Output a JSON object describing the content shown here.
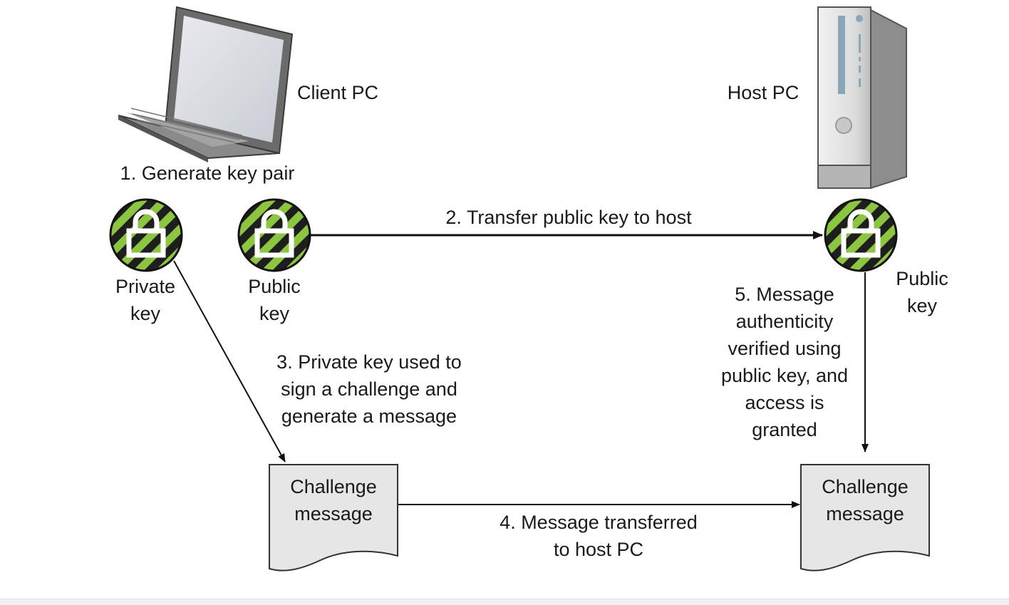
{
  "nodes": {
    "client_pc": "Client PC",
    "host_pc": "Host PC",
    "private_key": "Private\nkey",
    "public_key_client": "Public\nkey",
    "public_key_host": "Public\nkey",
    "challenge_client": "Challenge\nmessage",
    "challenge_host": "Challenge\nmessage"
  },
  "steps": {
    "step1": "1. Generate key pair",
    "step2": "2. Transfer public key to host",
    "step3": "3. Private key used to\nsign a challenge and\ngenerate a message",
    "step4": "4. Message transferred\nto host PC",
    "step5": "5. Message\nauthenticity\nverified using\npublic key, and\naccess is\ngranted"
  },
  "colors": {
    "lock_stripe_green": "#8cc63f",
    "lock_stripe_dark": "#1e1e1e",
    "document_fill": "#e6e6e6"
  },
  "icons": [
    "laptop-icon",
    "tower-pc-icon",
    "padlock-icon"
  ]
}
